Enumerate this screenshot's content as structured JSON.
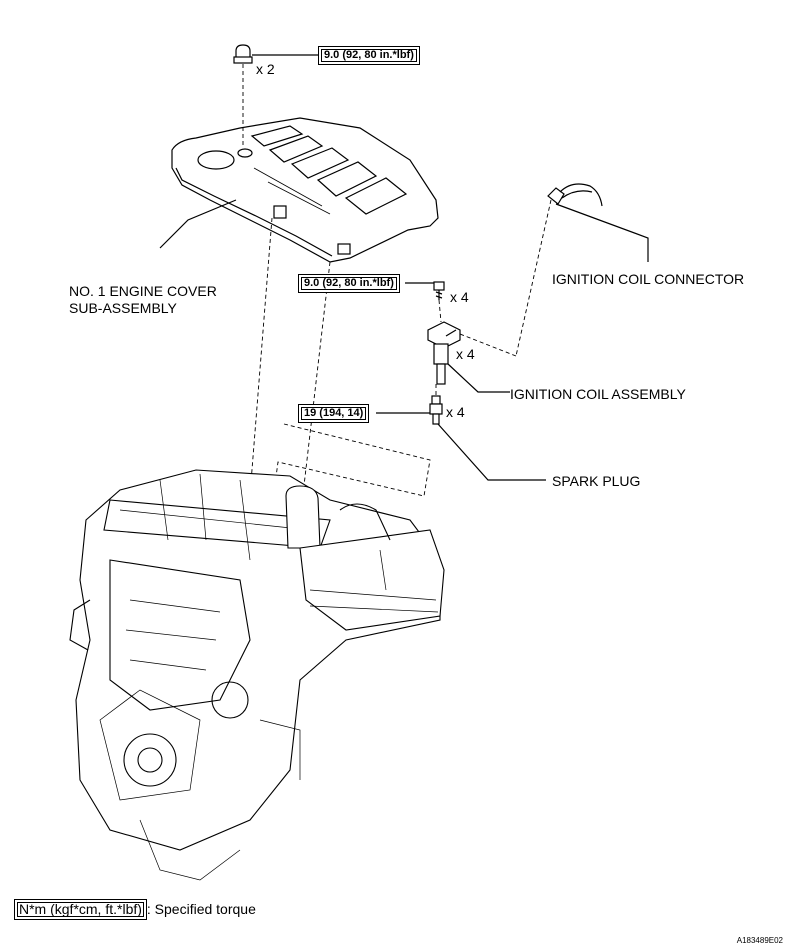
{
  "labels": {
    "engine_cover": [
      "NO. 1 ENGINE COVER",
      "SUB-ASSEMBLY"
    ],
    "ignition_coil_connector": "IGNITION COIL CONNECTOR",
    "ignition_coil_assembly": "IGNITION COIL ASSEMBLY",
    "spark_plug": "SPARK PLUG"
  },
  "torques": {
    "cover_nut": "9.0 (92, 80 in.*lbf)",
    "coil_bolt": "9.0 (92, 80 in.*lbf)",
    "spark_plug": "19 (194, 14)"
  },
  "quantities": {
    "cover_nut": "x 2",
    "coil_bolt": "x 4",
    "coil_assembly": "x 4",
    "spark_plug": "x 4"
  },
  "legend": {
    "box_text": "N*m (kgf*cm, ft.*lbf)",
    "description": ": Specified torque"
  },
  "figure_code": "A183489E02"
}
